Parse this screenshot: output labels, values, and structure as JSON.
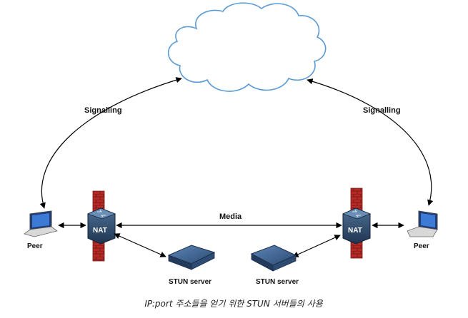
{
  "diagram": {
    "signalling_left": "Signalling",
    "signalling_right": "Signalling",
    "media": "Media",
    "nat_left": "NAT",
    "nat_right": "NAT",
    "peer_left": "Peer",
    "peer_right": "Peer",
    "stun_left": "STUN server",
    "stun_right": "STUN server",
    "caption": "IP:port 주소들을 얻기 위한 STUN 서버들의 사용"
  },
  "colors": {
    "cloud_stroke": "#5b9bd5",
    "firewall": "#b52a25",
    "nat_body": "#2f4a6a",
    "server_body": "#3a5a86",
    "arrow": "#000000"
  },
  "icons": [
    "cloud-icon",
    "laptop-icon",
    "firewall-icon",
    "nat-router-icon",
    "server-icon"
  ]
}
